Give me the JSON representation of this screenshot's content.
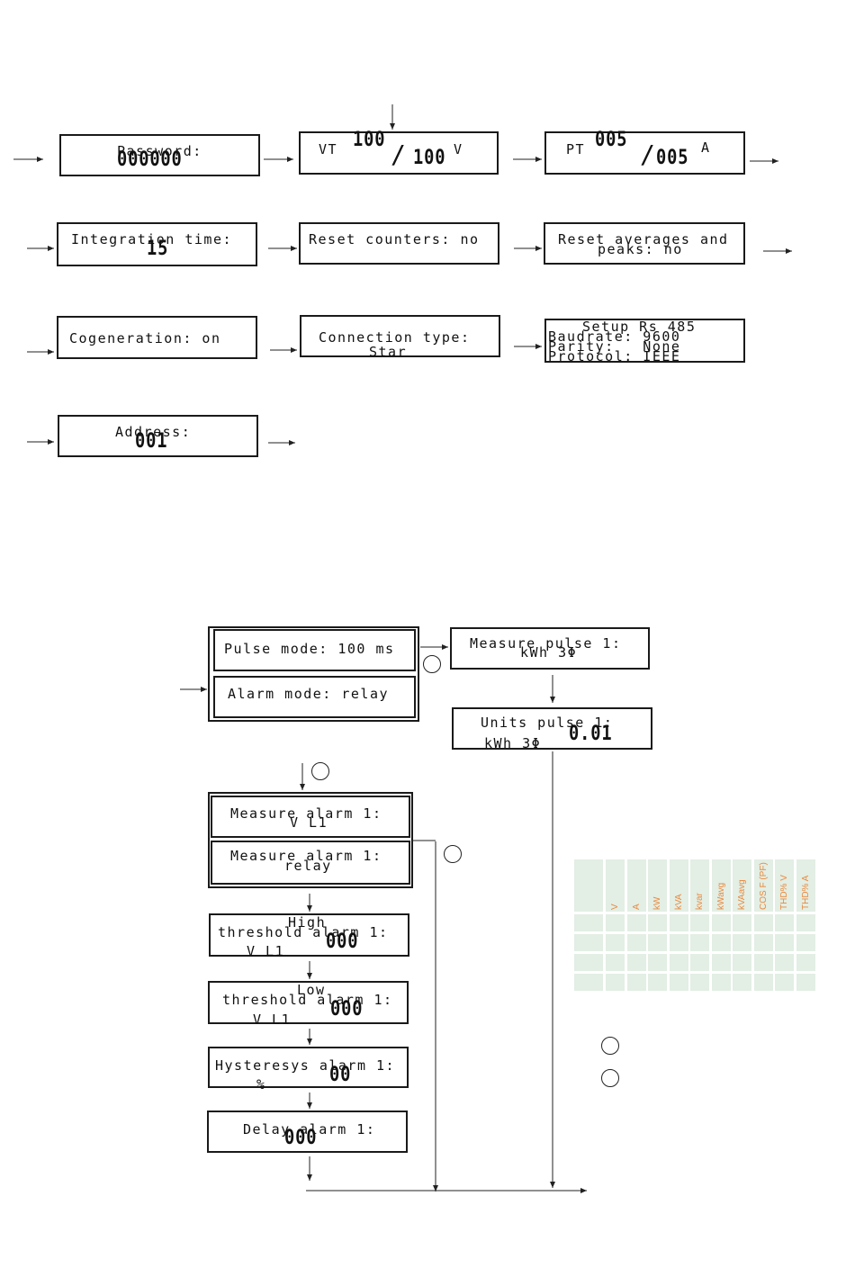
{
  "setup": {
    "password": {
      "label": "Password:",
      "value": "000000"
    },
    "vt": {
      "label": "VT",
      "primary": "100",
      "secondary": "100",
      "unit": "V"
    },
    "pt": {
      "label": "PT",
      "primary": "005",
      "secondary": "005",
      "unit": "A"
    },
    "integration": {
      "label": "Integration time:",
      "value": "15"
    },
    "reset_counters": {
      "label": "Reset counters: no"
    },
    "reset_averages": {
      "line1": "Reset averages and",
      "line2": "peaks: no"
    },
    "cogeneration": {
      "label": "Cogeneration: on"
    },
    "connection": {
      "line1": "Connection type:",
      "line2": "Star"
    },
    "rs485": {
      "line1": "Setup Rs 485",
      "line2": "Baudrate: 9600",
      "line3": "Parity:   None",
      "line4": "Protocol: IEEE"
    },
    "address": {
      "label": "Address:",
      "value": "001"
    }
  },
  "outputs": {
    "pulse_mode": "Pulse mode: 100 ms",
    "alarm_mode": "Alarm mode: relay",
    "measure_pulse": {
      "line1": "Measure pulse 1:",
      "line2": "kWh 3Φ"
    },
    "units_pulse": {
      "line1": "Units pulse 1:",
      "line2": "kWh 3Φ",
      "value": "0.01"
    },
    "measure_alarm_a": {
      "line1": "Measure alarm 1:",
      "line2": "V L1"
    },
    "measure_alarm_b": {
      "line1": "Measure alarm 1:",
      "line2": "relay"
    },
    "high_threshold": {
      "line1": "High",
      "line2": "threshold alarm 1:",
      "sub": "V L1",
      "value": "000"
    },
    "low_threshold": {
      "line1": "Low",
      "line2": "threshold alarm 1:",
      "sub": "V L1",
      "value": "000"
    },
    "hysteresis": {
      "line1": "Hysteresys alarm 1:",
      "sub": "%",
      "value": "00"
    },
    "delay": {
      "line1": "Delay alarm 1:",
      "value": "000"
    }
  },
  "table": {
    "headers": [
      "V",
      "A",
      "kW",
      "kVA",
      "kvar",
      "kWavg",
      "kVAavg",
      "COS F (PF)",
      "THD% V",
      "THD% A"
    ],
    "header_color": "#e8893e",
    "cell_color": "#e3eee4",
    "rows": 4
  }
}
